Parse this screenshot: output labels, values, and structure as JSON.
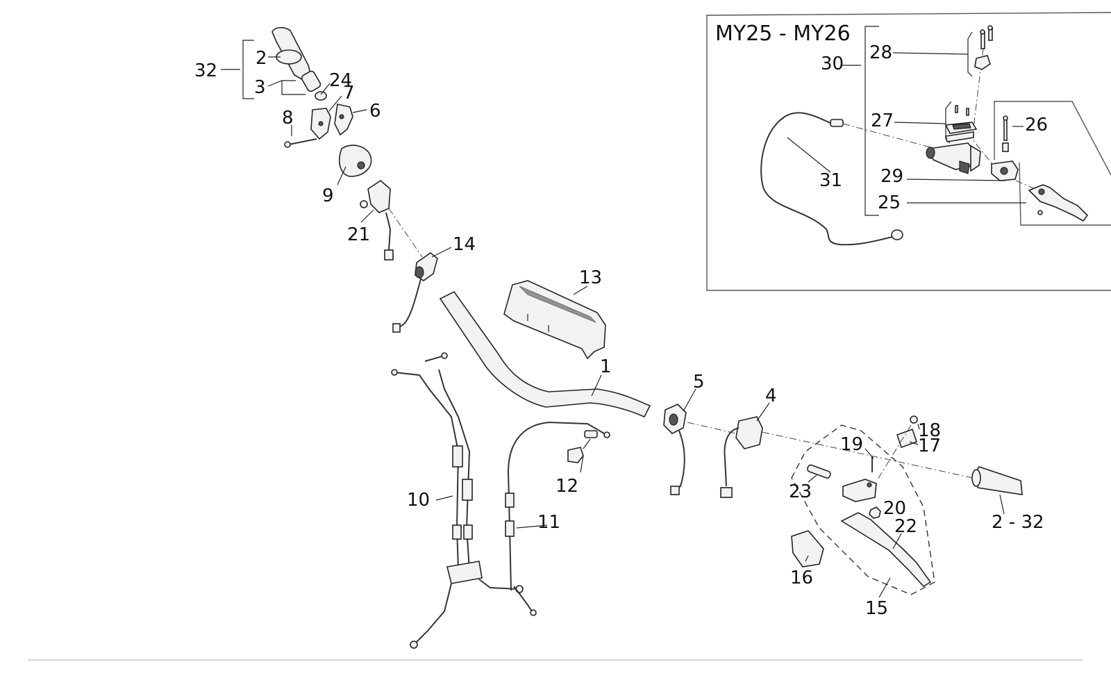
{
  "inset": {
    "title": "MY25 - MY26"
  },
  "labels": {
    "p1": "1",
    "p2": "2",
    "p3": "3",
    "p4": "4",
    "p5": "5",
    "p6": "6",
    "p7": "7",
    "p8": "8",
    "p9": "9",
    "p10": "10",
    "p11": "11",
    "p12": "12",
    "p13": "13",
    "p14": "14",
    "p15": "15",
    "p16": "16",
    "p17": "17",
    "p18": "18",
    "p19": "19",
    "p20": "20",
    "p21": "21",
    "p22": "22",
    "p23": "23",
    "p24": "24",
    "p25": "25",
    "p26": "26",
    "p27": "27",
    "p28": "28",
    "p29": "29",
    "p30": "30",
    "p31": "31",
    "p32": "32",
    "p2_32": "2 - 32"
  }
}
